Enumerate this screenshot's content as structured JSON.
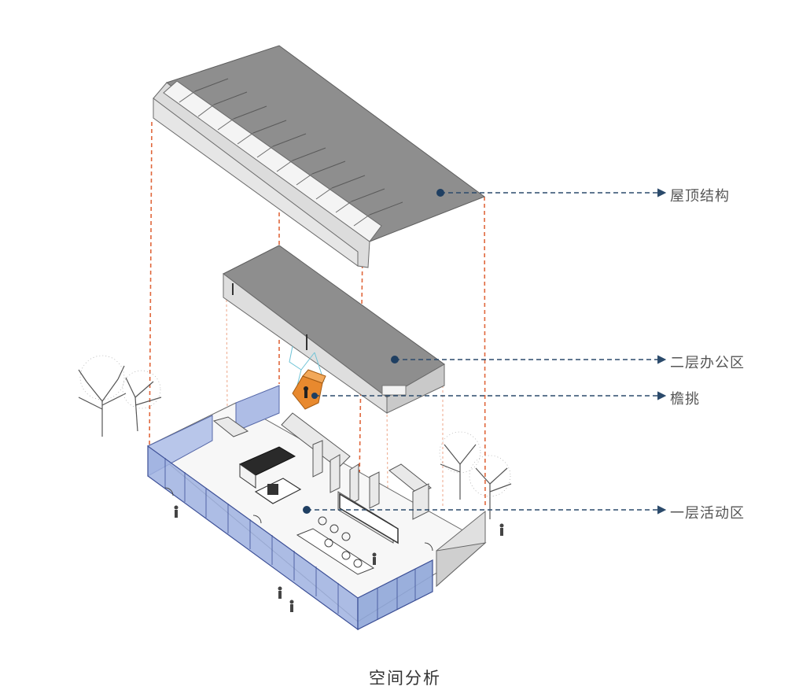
{
  "labels": {
    "roof": "屋顶结构",
    "second_floor": "二层办公区",
    "cantilever": "檐挑",
    "first_floor": "一层活动区"
  },
  "caption": "空间分析",
  "colors": {
    "leader": "#2b4a6b",
    "projection": "#e0673c",
    "roof_top": "#8e8e8e",
    "glass": "#8fa6d8",
    "cantilever": "#e8892e"
  }
}
